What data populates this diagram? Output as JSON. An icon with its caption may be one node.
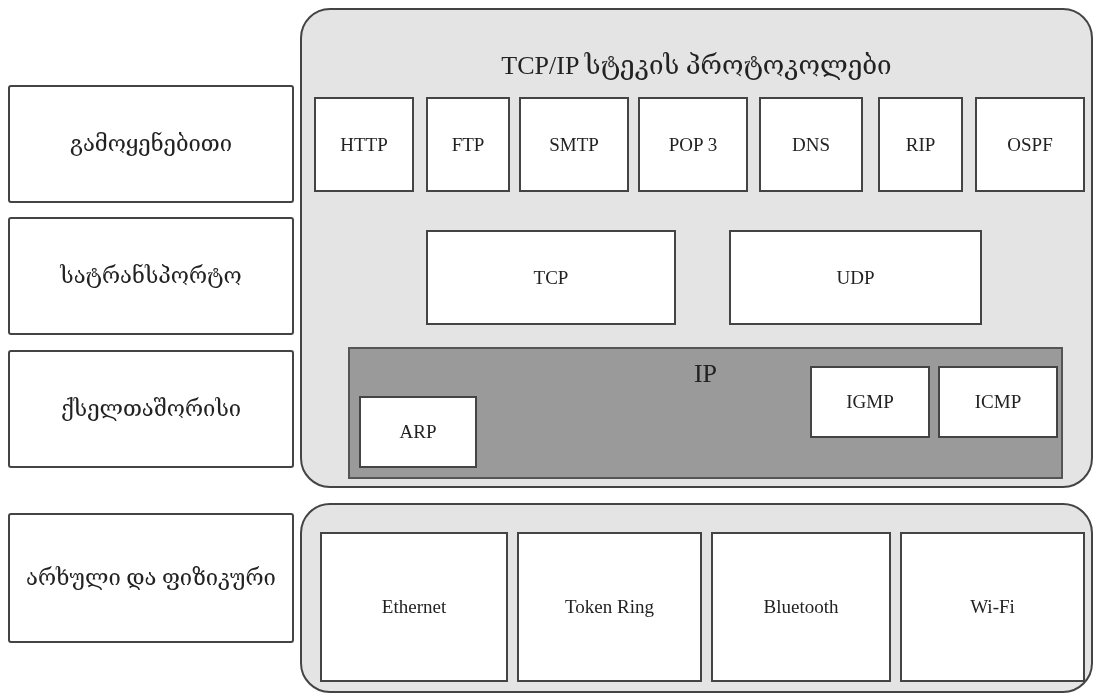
{
  "diagram": {
    "nodes": [
      {
        "text": [
          "გამოყენებითი"
        ]
      },
      {
        "text": [
          "სატრანსპორტო"
        ]
      },
      {
        "text": [
          "ქსელთაშორისი"
        ]
      },
      {
        "text": [
          "არხული და ფიზიკური"
        ]
      },
      {
        "text": [
          "TCP/IP სტეკის პროტოკოლები"
        ]
      },
      {
        "text": [
          "HTTP"
        ],
        "in": 4
      },
      {
        "text": [
          "FTP"
        ],
        "in": 4
      },
      {
        "text": [
          "SMTP"
        ],
        "in": 4
      },
      {
        "text": [
          "POP 3"
        ],
        "in": 4
      },
      {
        "text": [
          "DNS"
        ],
        "in": 4
      },
      {
        "text": [
          "RIP"
        ],
        "in": 4
      },
      {
        "text": [
          "OSPF"
        ],
        "in": 4
      },
      {
        "text": [
          "TCP"
        ],
        "in": 4
      },
      {
        "text": [
          "UDP"
        ],
        "in": 4
      },
      {
        "text": [
          "IP"
        ],
        "in": 4
      },
      {
        "text": [
          "ARP"
        ],
        "in": 14
      },
      {
        "text": [
          "IGMP"
        ],
        "in": 14
      },
      {
        "text": [
          "ICMP"
        ],
        "in": 14
      },
      {
        "text": [],
        "shape": "box"
      },
      {
        "text": [
          "Ethernet"
        ],
        "in": 18
      },
      {
        "text": [
          "Token Ring"
        ],
        "in": 18
      },
      {
        "text": [
          "Bluetooth"
        ],
        "in": 18
      },
      {
        "text": [
          "Wi-Fi"
        ],
        "in": 18
      }
    ]
  }
}
